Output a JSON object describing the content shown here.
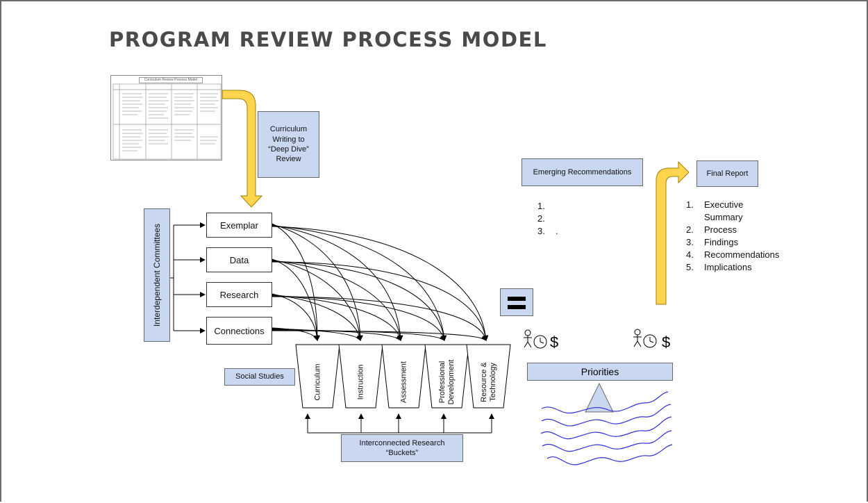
{
  "title": "PROGRAM REVIEW PROCESS MODEL",
  "thumbnail": {
    "title": "Curriculum Review Process Model"
  },
  "curriculum_writing": "Curriculum\nWriting to\n“Deep Dive”\nReview",
  "committees": {
    "label": "Interdependent Committees",
    "items": [
      "Exemplar",
      "Data",
      "Research",
      "Connections"
    ]
  },
  "buckets": {
    "items": [
      "Curriculum",
      "Instruction",
      "Assessment",
      "Professional\nDevelopment",
      "Resource &\nTechnology"
    ],
    "social_studies": "Social Studies",
    "research_label": "Interconnected Research\n“Buckets”"
  },
  "emerging": {
    "label": "Emerging Recommendations",
    "numbers": [
      "1.",
      "2.",
      "3."
    ],
    "items": [
      "",
      "",
      "."
    ]
  },
  "final_report": {
    "label": "Final Report",
    "numbers": [
      "1.",
      "2.",
      "3.",
      "4.",
      "5."
    ],
    "items": [
      "Executive\nSummary",
      "Process",
      "Findings",
      "Recommendations",
      "Implications"
    ]
  },
  "resources": {
    "dollar": "$"
  },
  "priorities": "Priorities",
  "colors": {
    "box_fill": "#c9d7f0",
    "arrow_fill": "#ffd54d",
    "wave": "#2e2ed8",
    "title": "#4a4a4a"
  }
}
